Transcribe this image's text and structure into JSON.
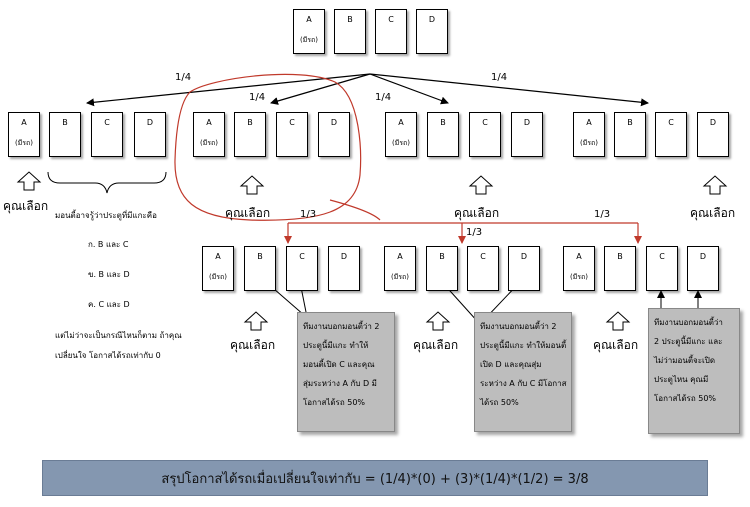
{
  "doors": {
    "A": "A",
    "B": "B",
    "C": "C",
    "D": "D",
    "car_note": "(มีรถ)"
  },
  "probs": {
    "quarter": "1/4",
    "third": "1/3"
  },
  "labels": {
    "you_pick": "คุณเลือก"
  },
  "left_note": {
    "line1": "มอนตี้อาจรู้ว่าประตูที่มีแกะคือ",
    "opt1": "ก. B และ C",
    "opt2": "ข. B และ D",
    "opt3": "ค. C และ D",
    "line2": "แต่ไม่ว่าจะเป็นกรณีไหนก็ตาม ถ้าคุณ",
    "line3": "เปลี่ยนใจ โอกาสได้รถเท่ากับ 0"
  },
  "boxes": [
    {
      "lines": [
        "ทีมงานบอกมอนตี้ว่า 2",
        "ประตูนี้มีแกะ ทำให้",
        "มอนตี้เปิด C และคุณ",
        "สุ่มระหว่าง A กับ D มี",
        "โอกาสได้รถ 50%"
      ]
    },
    {
      "lines": [
        "ทีมงานบอกมอนตี้ว่า 2",
        "ประตูนี้มีแกะ ทำให้มอนตี้",
        "เปิด D และคุณสุ่ม",
        "ระหว่าง A กับ C มีโอกาส",
        "ได้รถ 50%"
      ]
    },
    {
      "lines": [
        "ทีมงานบอกมอนตี้ว่า",
        "2 ประตูนี้มีแกะ และ",
        "ไม่ว่ามอนตี้จะเปิด",
        "ประตูไหน คุณมี",
        "โอกาสได้รถ 50%"
      ]
    }
  ],
  "summary": "สรุปโอกาสได้รถเมื่อเปลี่ยนใจเท่ากับ = (1/4)*(0) + (3)*(1/4)*(1/2) = 3/8",
  "colors": {
    "accent_red": "#c0392b",
    "summary_bg": "#8497b0",
    "box_bg": "#bdbdbd"
  }
}
